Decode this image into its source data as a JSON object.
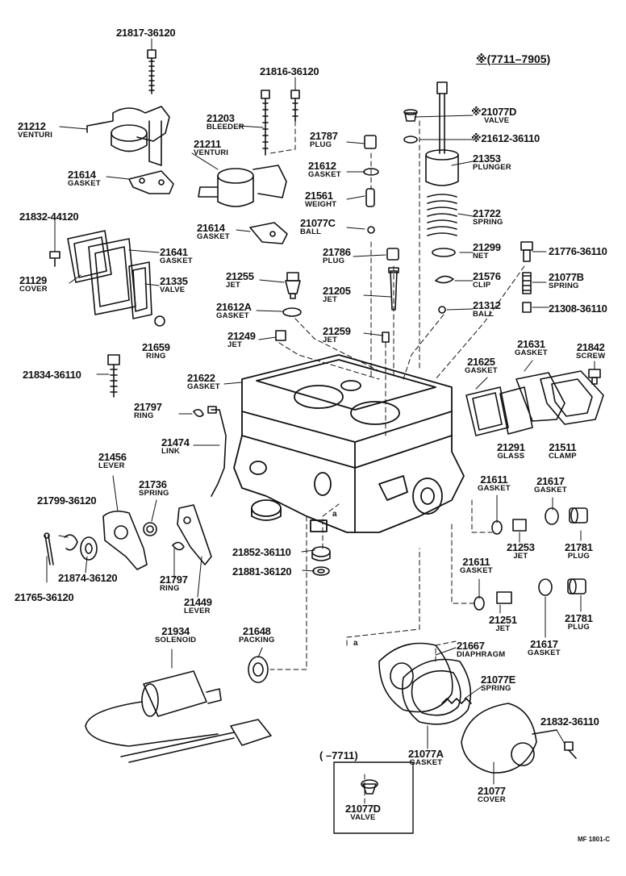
{
  "header": {
    "range_note": "※(7711–7905)"
  },
  "footer": {
    "code": "MF 1801-C"
  },
  "inset": {
    "bracket_note": "(   –7711)"
  },
  "parts": {
    "p21817": {
      "number": "21817-36120",
      "name": ""
    },
    "p21816": {
      "number": "21816-36120",
      "name": ""
    },
    "p21212": {
      "number": "21212",
      "name": "VENTURI"
    },
    "p21203": {
      "number": "21203",
      "name": "BLEEDER"
    },
    "p21211": {
      "number": "21211",
      "name": "VENTURI"
    },
    "p21614a": {
      "number": "21614",
      "name": "GASKET"
    },
    "p21614b": {
      "number": "21614",
      "name": "GASKET"
    },
    "p21832a": {
      "number": "21832-44120",
      "name": ""
    },
    "p21641": {
      "number": "21641",
      "name": "GASKET"
    },
    "p21129": {
      "number": "21129",
      "name": "COVER"
    },
    "p21335": {
      "number": "21335",
      "name": "VALVE"
    },
    "p21659": {
      "number": "21659",
      "name": "RING"
    },
    "p21834": {
      "number": "21834-36110",
      "name": ""
    },
    "p21787": {
      "number": "21787",
      "name": "PLUG"
    },
    "p21612": {
      "number": "21612",
      "name": "GASKET"
    },
    "p21561": {
      "number": "21561",
      "name": "WEIGHT"
    },
    "p21077c": {
      "number": "21077C",
      "name": "BALL"
    },
    "p21786": {
      "number": "21786",
      "name": "PLUG"
    },
    "p21255": {
      "number": "21255",
      "name": "JET"
    },
    "p21205": {
      "number": "21205",
      "name": "JET"
    },
    "p21612a": {
      "number": "21612A",
      "name": "GASKET"
    },
    "p21249": {
      "number": "21249",
      "name": "JET"
    },
    "p21259": {
      "number": "21259",
      "name": "JET"
    },
    "p21077d": {
      "number": "※21077D",
      "name": "VALVE"
    },
    "p21612s": {
      "number": "※21612-36110",
      "name": ""
    },
    "p21353": {
      "number": "21353",
      "name": "PLUNGER"
    },
    "p21722": {
      "number": "21722",
      "name": "SPRING"
    },
    "p21299": {
      "number": "21299",
      "name": "NET"
    },
    "p21776": {
      "number": "21776-36110",
      "name": ""
    },
    "p21576": {
      "number": "21576",
      "name": "CLIP"
    },
    "p21077b": {
      "number": "21077B",
      "name": "SPRING"
    },
    "p21312": {
      "number": "21312",
      "name": "BALL"
    },
    "p21308": {
      "number": "21308-36110",
      "name": ""
    },
    "p21622": {
      "number": "21622",
      "name": "GASKET"
    },
    "p21625": {
      "number": "21625",
      "name": "GASKET"
    },
    "p21631": {
      "number": "21631",
      "name": "GASKET"
    },
    "p21842": {
      "number": "21842",
      "name": "SCREW"
    },
    "p21291": {
      "number": "21291",
      "name": "GLASS"
    },
    "p21511": {
      "number": "21511",
      "name": "CLAMP"
    },
    "p21797a": {
      "number": "21797",
      "name": "RING"
    },
    "p21474": {
      "number": "21474",
      "name": "LINK"
    },
    "p21456": {
      "number": "21456",
      "name": "LEVER"
    },
    "p21736": {
      "number": "21736",
      "name": "SPRING"
    },
    "p21799": {
      "number": "21799-36120",
      "name": ""
    },
    "p21874": {
      "number": "21874-36120",
      "name": ""
    },
    "p21765": {
      "number": "21765-36120",
      "name": ""
    },
    "p21797b": {
      "number": "21797",
      "name": "RING"
    },
    "p21449": {
      "number": "21449",
      "name": "LEVER"
    },
    "p21852": {
      "number": "21852-36110",
      "name": ""
    },
    "p21881": {
      "number": "21881-36120",
      "name": ""
    },
    "p21611a": {
      "number": "21611",
      "name": "GASKET"
    },
    "p21617a": {
      "number": "21617",
      "name": "GASKET"
    },
    "p21253": {
      "number": "21253",
      "name": "JET"
    },
    "p21781a": {
      "number": "21781",
      "name": "PLUG"
    },
    "p21611b": {
      "number": "21611",
      "name": "GASKET"
    },
    "p21251": {
      "number": "21251",
      "name": "JET"
    },
    "p21781b": {
      "number": "21781",
      "name": "PLUG"
    },
    "p21617b": {
      "number": "21617",
      "name": "GASKET"
    },
    "p21934": {
      "number": "21934",
      "name": "SOLENOID"
    },
    "p21648": {
      "number": "21648",
      "name": "PACKING"
    },
    "p21667": {
      "number": "21667",
      "name": "DIAPHRAGM"
    },
    "p21077e": {
      "number": "21077E",
      "name": "SPRING"
    },
    "p21832b": {
      "number": "21832-36110",
      "name": ""
    },
    "p21077a": {
      "number": "21077A",
      "name": "GASKET"
    },
    "p21077": {
      "number": "21077",
      "name": "COVER"
    },
    "p21077d2": {
      "number": "21077D",
      "name": "VALVE"
    }
  }
}
